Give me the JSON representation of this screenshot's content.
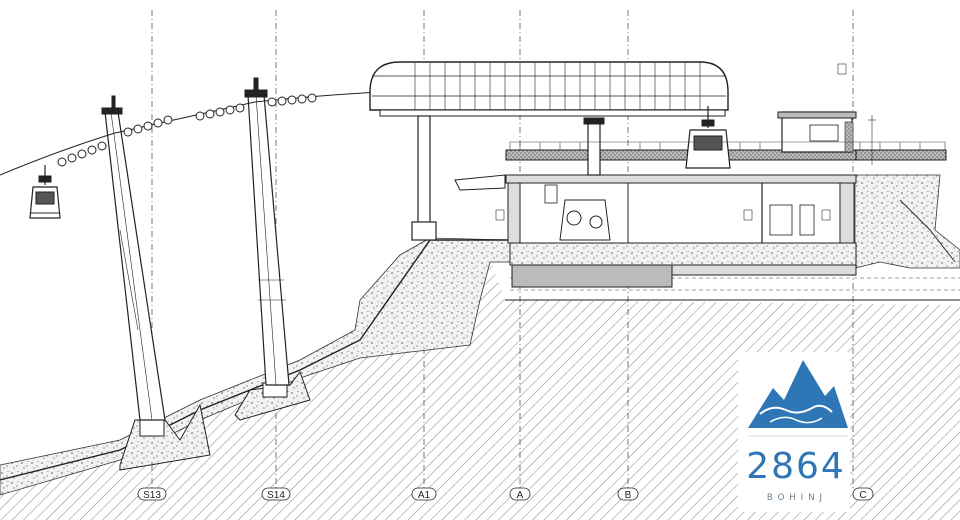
{
  "axes": [
    {
      "id": "s13",
      "label": "S13"
    },
    {
      "id": "s14",
      "label": "S14"
    },
    {
      "id": "a1",
      "label": "A1"
    },
    {
      "id": "a",
      "label": "A"
    },
    {
      "id": "b",
      "label": "B"
    },
    {
      "id": "c",
      "label": "C"
    }
  ],
  "logo": {
    "number": "2864",
    "name": "BOHINJ",
    "color": "#2f76b7"
  }
}
